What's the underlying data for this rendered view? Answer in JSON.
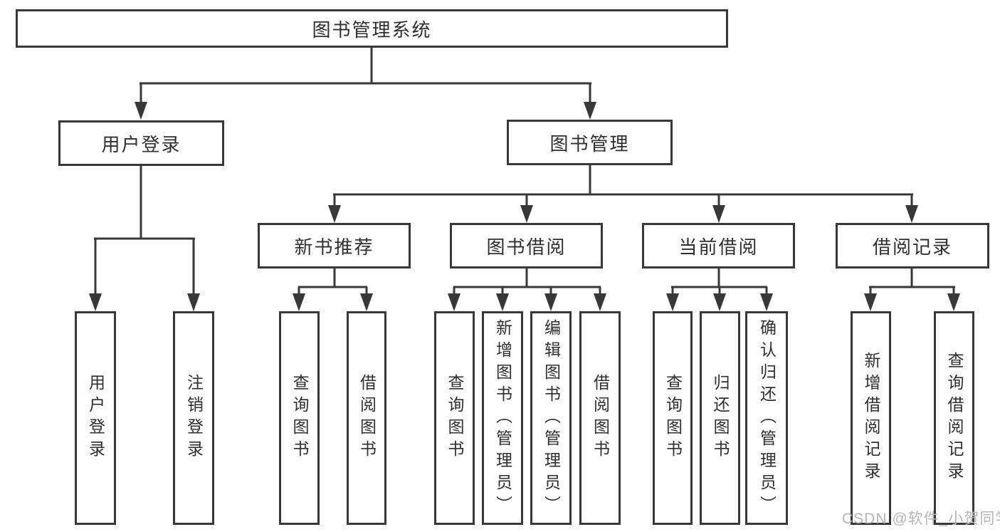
{
  "diagram_type": "hierarchy-tree",
  "tree": {
    "root": {
      "label": "图书管理系统",
      "children": [
        {
          "label": "用户登录",
          "children": [
            {
              "label": "用户登录"
            },
            {
              "label": "注销登录"
            }
          ]
        },
        {
          "label": "图书管理",
          "children": [
            {
              "label": "新书推荐",
              "children": [
                {
                  "label": "查询图书"
                },
                {
                  "label": "借阅图书"
                }
              ]
            },
            {
              "label": "图书借阅",
              "children": [
                {
                  "label": "查询图书"
                },
                {
                  "label": "新增图书（管理员）"
                },
                {
                  "label": "编辑图书（管理员）"
                },
                {
                  "label": "借阅图书"
                }
              ]
            },
            {
              "label": "当前借阅",
              "children": [
                {
                  "label": "查询图书"
                },
                {
                  "label": "归还图书"
                },
                {
                  "label": "确认归还（管理员）"
                }
              ]
            },
            {
              "label": "借阅记录",
              "children": [
                {
                  "label": "新增借阅记录"
                },
                {
                  "label": "查询借阅记录"
                }
              ]
            }
          ]
        }
      ]
    }
  },
  "watermark": {
    "text": "CSDN @软件_小贺同学"
  },
  "colors": {
    "line": "#383838",
    "text": "#2f2f2f",
    "box_bg": "#ffffff",
    "background": "#ffffff",
    "watermark": "#b5b5b5"
  }
}
